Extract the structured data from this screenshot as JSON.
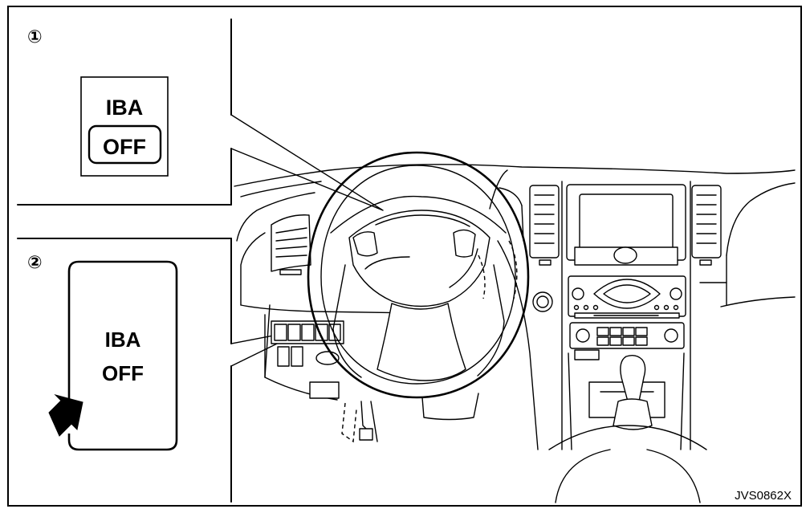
{
  "panel1": {
    "number": "①",
    "button_label_top": "IBA",
    "button_label_key": "OFF"
  },
  "panel2": {
    "number": "②",
    "switch_label_line1": "IBA",
    "switch_label_line2": "OFF"
  },
  "figure_code": "JVS0862X"
}
